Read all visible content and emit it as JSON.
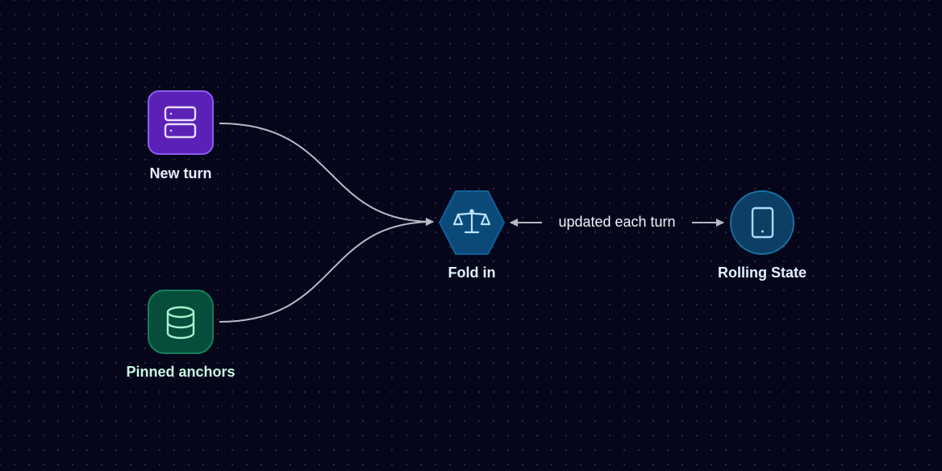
{
  "nodes": {
    "new_turn": {
      "label": "New turn",
      "icon": "server-icon",
      "fill": "#5b21b6",
      "border": "#8b5cf6",
      "icon_color": "#e9ddff",
      "label_color": "#ede9fe"
    },
    "pinned_anchors": {
      "label": "Pinned anchors",
      "icon": "database-icon",
      "fill": "#064e3b",
      "border": "#15805a",
      "icon_color": "#a7f3d0",
      "label_color": "#c8f7e0"
    },
    "fold_in": {
      "label": "Fold in",
      "icon": "scale-icon",
      "fill": "#0b4a78",
      "border": "#0f5f98",
      "icon_color": "#b9e3ff",
      "label_color": "#e3f1ff"
    },
    "rolling_state": {
      "label": "Rolling State",
      "icon": "tablet-icon",
      "fill": "#0c3f63",
      "border": "#1a6ea6",
      "icon_color": "#a9dcff",
      "label_color": "#e3f1ff"
    }
  },
  "edges": {
    "state_link": {
      "label": "updated each turn"
    }
  },
  "colors": {
    "edge": "#b9bac6",
    "background": "#05061a"
  }
}
